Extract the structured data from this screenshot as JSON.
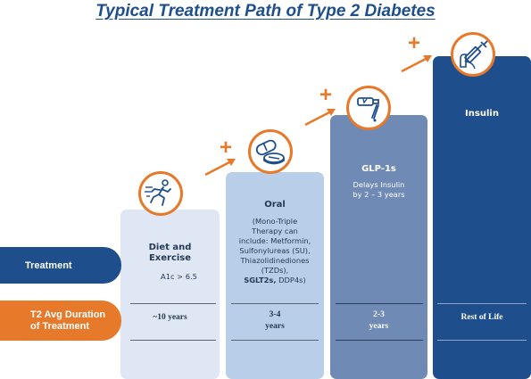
{
  "title": "Typical Treatment Path of Type 2 Diabetes",
  "rows": {
    "treatment": "Treatment",
    "duration_line1": "T2 Avg Duration",
    "duration_line2": "of Treatment"
  },
  "columns": [
    {
      "name_line1": "Diet and",
      "name_line2": "Exercise",
      "sub": "A1c > 6.5",
      "duration_line1": "~10 years",
      "icon": "running-person-icon"
    },
    {
      "name": "Oral",
      "sub_line1": "(Mono-Triple",
      "sub_line2": "Therapy   can",
      "sub_line3": "include:  Metformin,",
      "sub_line4": "Sulfonylureas (SU),",
      "sub_line5": "Thiazolidinediones",
      "sub_line6": "(TZDs),",
      "sub_bold": "SGLT2s,",
      "sub_line7_rest": " DDP4s)",
      "duration_line1": "3-4",
      "duration_line2": "years",
      "icon": "pills-icon"
    },
    {
      "name": "GLP-1s",
      "sub_line1": "Delays Insulin",
      "sub_line2": "by 2 – 3 years",
      "duration_line1": "2-3",
      "duration_line2": "years",
      "icon": "injection-pen-icon"
    },
    {
      "name": "Insulin",
      "duration_line1": "Rest of Life",
      "icon": "syringe-icon"
    }
  ],
  "colors": {
    "dark_blue": "#1f4e8c",
    "orange": "#e6792a",
    "col1": "#dfe7f4",
    "col2": "#b9cfe9",
    "col3": "#6f8ab4"
  }
}
